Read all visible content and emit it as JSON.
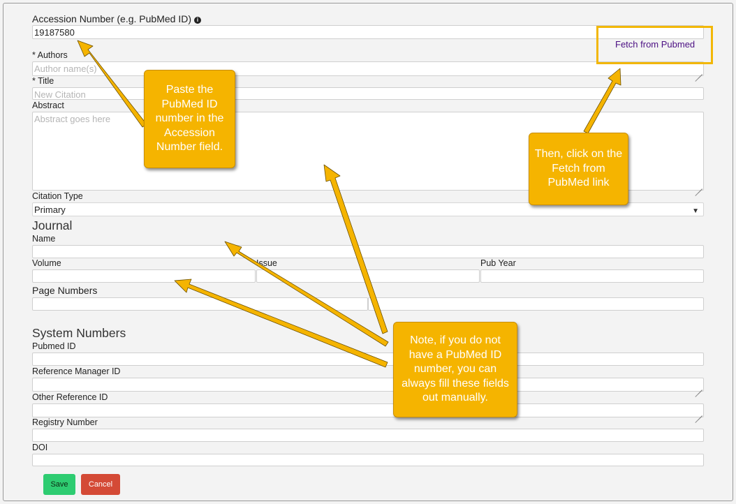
{
  "form": {
    "accession_label": "Accession Number (e.g. PubMed ID)",
    "accession_value": "19187580",
    "fetch_link": "Fetch from Pubmed",
    "authors_label": "* Authors",
    "authors_placeholder": "Author name(s)",
    "title_label": "* Title",
    "title_placeholder": "New Citation",
    "abstract_label": "Abstract",
    "abstract_placeholder": "Abstract goes here",
    "citation_type_label": "Citation Type",
    "citation_type_value": "Primary"
  },
  "journal": {
    "heading": "Journal",
    "name_label": "Name",
    "volume_label": "Volume",
    "issue_label": "Issue",
    "pub_year_label": "Pub Year",
    "page_numbers_label": "Page Numbers"
  },
  "system_numbers": {
    "heading": "System Numbers",
    "pubmed_id_label": "Pubmed ID",
    "reference_manager_id_label": "Reference Manager ID",
    "other_reference_id_label": "Other Reference ID",
    "registry_number_label": "Registry Number",
    "doi_label": "DOI"
  },
  "buttons": {
    "save": "Save",
    "cancel": "Cancel"
  },
  "callouts": {
    "paste": "Paste the PubMed ID number in the Accession Number field.",
    "fetch": "Then, click on the Fetch from PubMed link",
    "note": "Note, if you do not have a PubMed ID number, you can always fill these fields out manually."
  },
  "colors": {
    "callout_fill": "#f5b400",
    "link": "#4b0f83",
    "save": "#2ecc71",
    "cancel": "#d44a36"
  },
  "icons": {
    "info": "info-icon"
  }
}
